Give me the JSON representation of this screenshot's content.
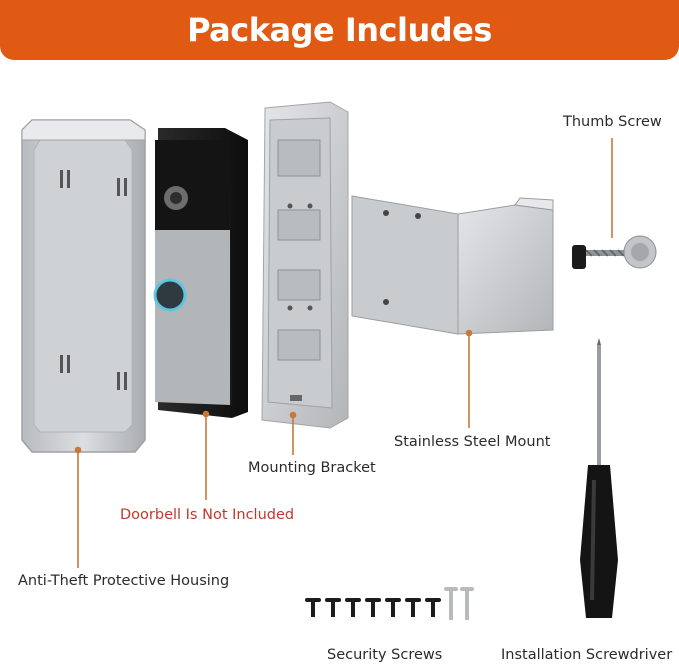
{
  "title": "Package Includes",
  "colors": {
    "banner": "#e05a14",
    "leader": "#c8793a",
    "label_text": "#2b2b2b",
    "warning_text": "#c0392b"
  },
  "items": {
    "thumb_screw": "Thumb Screw",
    "steel_mount": "Stainless Steel Mount",
    "mounting_bracket": "Mounting Bracket",
    "doorbell_note": "Doorbell Is Not Included",
    "housing": "Anti-Theft Protective Housing",
    "security_screws": "Security Screws",
    "screwdriver": "Installation Screwdriver"
  }
}
